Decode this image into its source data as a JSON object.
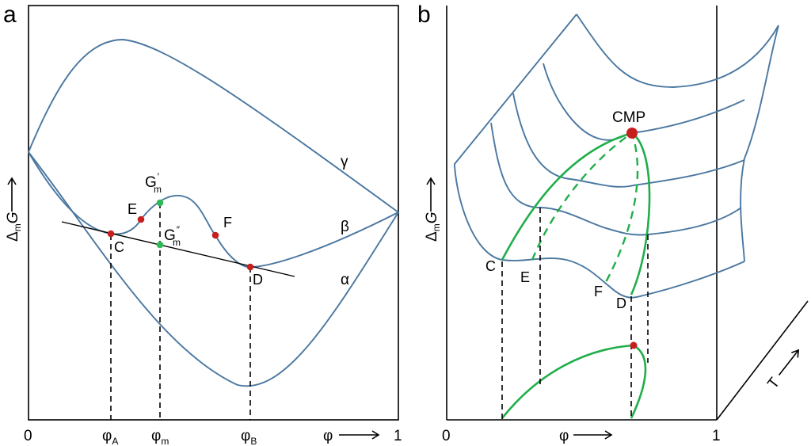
{
  "panel_a": {
    "letter": "a",
    "ylabel": {
      "prefix": "Δ",
      "sub": "m",
      "var": "G"
    },
    "xlabel": "φ",
    "tick_left": "0",
    "tick_right": "1",
    "curve_labels": {
      "gamma": "γ",
      "beta": "β",
      "alpha": "α"
    },
    "points": {
      "C": "C",
      "D": "D",
      "E": "E",
      "F": "F",
      "Gm1": {
        "base": "G",
        "prime": "′",
        "sub": "m"
      },
      "Gm2": {
        "base": "G",
        "prime": "″",
        "sub": "m"
      }
    },
    "x_ticks": {
      "phiA": {
        "base": "φ",
        "sub": "A"
      },
      "phim": {
        "base": "φ",
        "sub": "m"
      },
      "phiB": {
        "base": "φ",
        "sub": "B"
      }
    }
  },
  "panel_b": {
    "letter": "b",
    "ylabel": {
      "prefix": "Δ",
      "sub": "m",
      "var": "G"
    },
    "xlabel": "φ",
    "tlabel": "T",
    "tick_left": "0",
    "tick_right": "1",
    "cmp_label": "CMP",
    "points": {
      "C": "C",
      "E": "E",
      "F": "F",
      "D": "D"
    }
  },
  "colors": {
    "curve_blue": "#4a77a0",
    "binodal_green": "#1fae4a",
    "point_red": "#c81e1e",
    "point_green": "#2dba55"
  }
}
